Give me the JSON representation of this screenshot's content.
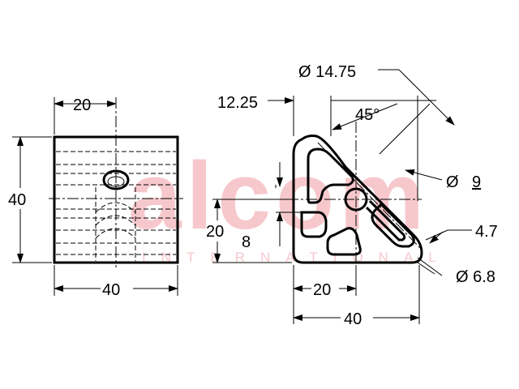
{
  "watermark": {
    "brand": "alcom",
    "tagline": "INTERNATIONAL"
  },
  "side_view": {
    "top_dim": "20",
    "left_dim": "40",
    "bottom_dim": "40"
  },
  "profile_view": {
    "dia_outer": "Ø 14.75",
    "offset": "12.25",
    "angle": "45°",
    "dia_slot": "Ø",
    "dia_slot_value": "9",
    "width_45": "4.7",
    "height_20": "20",
    "slot_8": "8",
    "dia_bore": "Ø 6.8",
    "bottom_20": "20",
    "bottom_40": "40"
  },
  "colors": {
    "line": "#000000",
    "watermark": "#f6c8cc"
  }
}
